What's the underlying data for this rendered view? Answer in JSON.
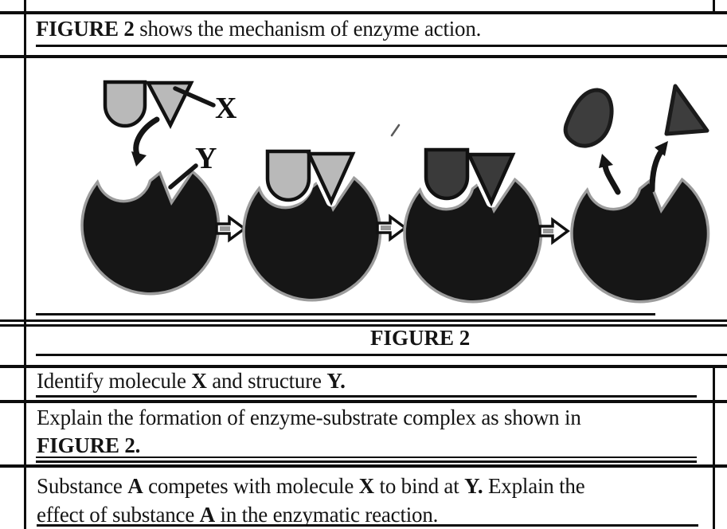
{
  "document": {
    "kind": "scanned exam table about enzyme action",
    "intro": {
      "lines": [
        [
          {
            "t": "FIGURE 2",
            "b": true
          },
          {
            "t": " shows the mechanism of enzyme action.",
            "b": false
          }
        ]
      ]
    },
    "caption": "FIGURE 2",
    "questions": [
      {
        "lines": [
          [
            {
              "t": "Identify molecule ",
              "b": false
            },
            {
              "t": "X",
              "b": true
            },
            {
              "t": " and structure ",
              "b": false
            },
            {
              "t": "Y.",
              "b": true
            }
          ]
        ]
      },
      {
        "lines": [
          [
            {
              "t": "Explain the formation of enzyme-substrate complex as shown in",
              "b": false
            }
          ],
          [
            {
              "t": "FIGURE 2.",
              "b": true
            }
          ]
        ]
      },
      {
        "lines": [
          [
            {
              "t": "Substance ",
              "b": false
            },
            {
              "t": "A",
              "b": true
            },
            {
              "t": " competes with molecule ",
              "b": false
            },
            {
              "t": "X",
              "b": true
            },
            {
              "t": " to bind at ",
              "b": false
            },
            {
              "t": "Y.",
              "b": true
            },
            {
              "t": " Explain the",
              "b": false
            }
          ],
          [
            {
              "t": "effect of substance ",
              "b": false
            },
            {
              "t": "A",
              "b": true
            },
            {
              "t": " in the enzymatic reaction.",
              "b": false
            }
          ]
        ]
      }
    ]
  },
  "figure": {
    "label_x": "X",
    "label_y": "Y",
    "colors": {
      "enzyme": "#161616",
      "enzyme_halo": "#9c9c9c",
      "substrate_light": "#b9b9b9",
      "substrate_dark": "#3a3a3a",
      "outline": "#111111",
      "arrow_stripe": "#999999"
    }
  }
}
